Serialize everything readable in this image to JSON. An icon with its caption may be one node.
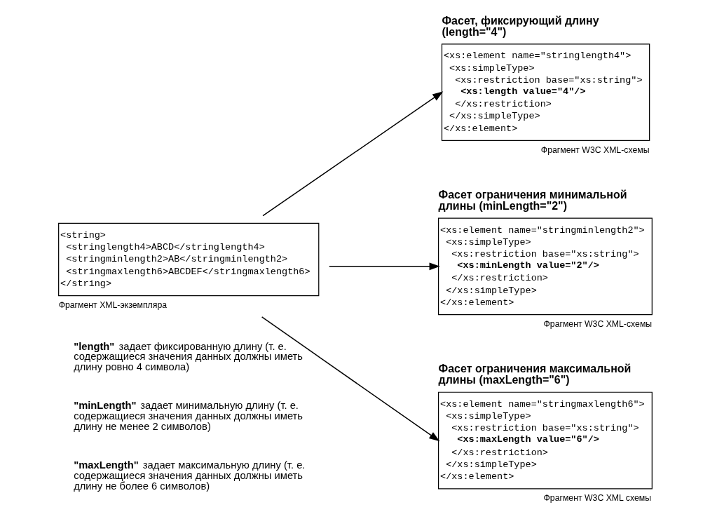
{
  "diagram": {
    "nodes": [
      {
        "text": [
          "<string>",
          " <stringlength4>ABCD</stringlength4>",
          " <stringminlength2>AB</stringminlength2>",
          " <stringmaxlength6>ABCDEF</stringmaxlength6>",
          "</string>"
        ],
        "beside": [
          "Фрагмент XML-экземпляра"
        ]
      },
      {
        "text": [
          "Фасет, фиксирующий длину (length=\"4\")",
          "<xs:element name=\"stringlength4\">",
          " <xs:simpleType>",
          "  <xs:restriction base=\"xs:string\">",
          "   <xs:length value=\"4\"/>",
          "  </xs:restriction>",
          " </xs:simpleType>",
          "</xs:element>"
        ],
        "beside": [
          "Фрагмент W3C XML-схемы"
        ]
      },
      {
        "text": [
          "Фасет ограничения минимальной длины (minLength=\"2\")",
          "<xs:element name=\"stringminlength2\">",
          " <xs:simpleType>",
          "  <xs:restriction base=\"xs:string\">",
          "   <xs:minLength value=\"2\"/>",
          "  </xs:restriction>",
          " </xs:simpleType>",
          "</xs:element>"
        ],
        "beside": [
          "Фрагмент W3C XML-схемы"
        ]
      },
      {
        "text": [
          "Фасет ограничения максимальной длины (maxLength=\"6\")",
          "<xs:element name=\"stringmaxlength6\">",
          " <xs:simpleType>",
          "  <xs:restriction base=\"xs:string\">",
          "   <xs:maxLength value=\"6\"/>",
          "  </xs:restriction>",
          " </xs:simpleType>",
          "</xs:element>"
        ],
        "beside": [
          "Фрагмент W3C XML схемы"
        ]
      }
    ],
    "edges": [
      {
        "from": 0,
        "to": 1,
        "arrow": "to"
      },
      {
        "from": 0,
        "to": 2,
        "arrow": "to"
      },
      {
        "from": 0,
        "to": 3,
        "arrow": "to"
      }
    ],
    "labels": [
      "**\"length\"** задает фиксированную длину (т. е. содержащиеся значения данных должны иметь длину ровно 4 символа)",
      "**\"minLength\"** задает минимальную длину (т. е. содержащиеся значения данных должны иметь длину не менее 2 символов)",
      "**\"maxLength\"** задает максимальную длину (т. е. содержащиеся значения данных должны иметь длину не более 6 символов)"
    ]
  }
}
